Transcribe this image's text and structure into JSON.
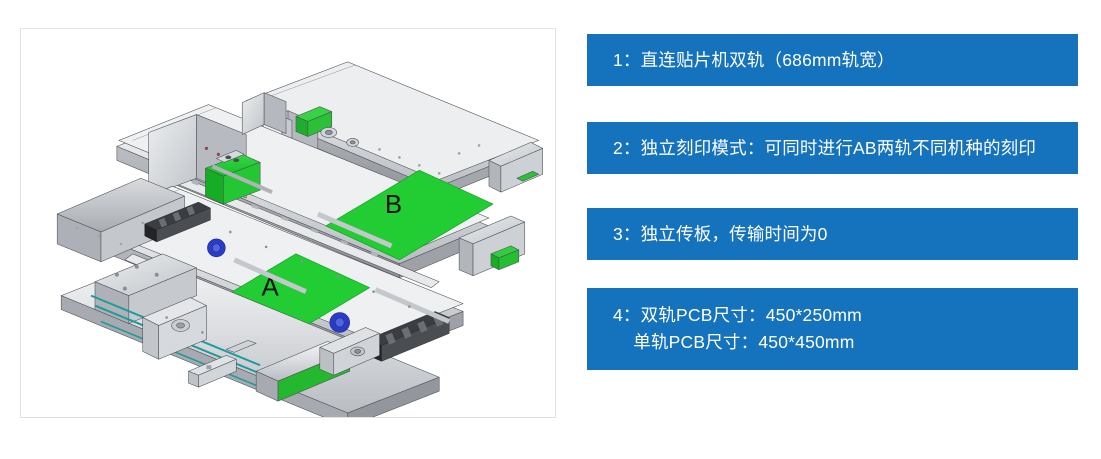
{
  "page": {
    "background_color": "#ffffff",
    "accent_color": "#1572bd",
    "pcb_color": "#22cc33"
  },
  "cad_panel": {
    "name": "dual-lane-conveyor-cad-rendering",
    "border_color": "#e2e2e2",
    "pcb_panels": [
      {
        "id": "A",
        "label": "A"
      },
      {
        "id": "B",
        "label": "B"
      }
    ],
    "palette": {
      "metal_light": "#e9eaec",
      "metal_mid": "#c9ccd0",
      "metal_dark": "#9a9ea4",
      "metal_shadow": "#7d8187",
      "pcb_green": "#22cc33",
      "motor_green": "#2cb92c",
      "pulley_blue": "#2233bb",
      "outline": "#3a3a3a"
    }
  },
  "features": {
    "items": [
      {
        "number": "1",
        "text": "1：直连贴片机双轨（686mm轨宽）",
        "lines": [
          "1：直连贴片机双轨（686mm轨宽）"
        ]
      },
      {
        "number": "2",
        "text": "2：独立刻印模式：可同时进行AB两轨不同机种的刻印",
        "lines": [
          "2：独立刻印模式：可同时进行AB两轨不同机种的刻印"
        ]
      },
      {
        "number": "3",
        "text": "3：独立传板，传输时间为0",
        "lines": [
          "3：独立传板，传输时间为0"
        ]
      },
      {
        "number": "4",
        "text": "4：双轨PCB尺寸：450*250mm\n    单轨PCB尺寸：450*450mm",
        "lines": [
          "4：双轨PCB尺寸：450*250mm",
          "    单轨PCB尺寸：450*450mm"
        ]
      }
    ]
  }
}
